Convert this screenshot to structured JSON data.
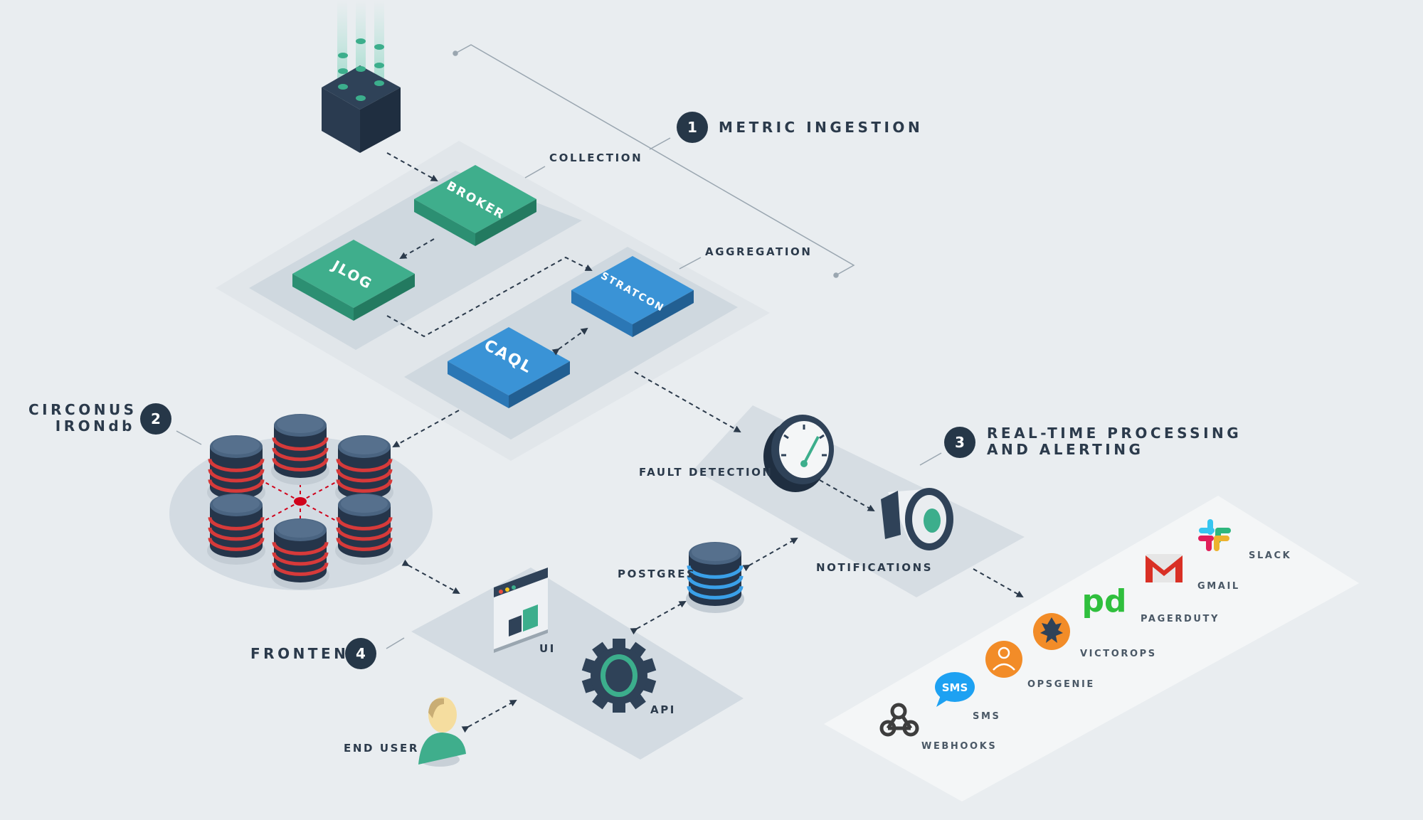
{
  "sections": {
    "metric_ingestion": {
      "number": "1",
      "title": "METRIC INGESTION"
    },
    "irondb": {
      "number": "2",
      "title_line1": "CIRCONUS",
      "title_line2": "IRONdb"
    },
    "realtime": {
      "number": "3",
      "title_line1": "REAL-TIME PROCESSING",
      "title_line2": "AND ALERTING"
    },
    "frontend": {
      "number": "4",
      "title": "FRONTEND"
    }
  },
  "labels": {
    "collection": "COLLECTION",
    "aggregation": "AGGREGATION",
    "fault_detection": "FAULT DETECTION",
    "notifications": "NOTIFICATIONS",
    "postgres": "POSTGRES",
    "ui": "UI",
    "api": "API",
    "end_user": "END USER"
  },
  "services": {
    "broker": "BROKER",
    "jlog": "JLOG",
    "stratcon": "STRATCON",
    "caql": "CAQL"
  },
  "integrations": [
    {
      "name": "SLACK",
      "icon": "slack-icon"
    },
    {
      "name": "GMAIL",
      "icon": "gmail-icon"
    },
    {
      "name": "PAGERDUTY",
      "icon": "pagerduty-icon",
      "glyph": "pd"
    },
    {
      "name": "VICTOROPS",
      "icon": "victorops-icon"
    },
    {
      "name": "OPSGENIE",
      "icon": "opsgenie-icon"
    },
    {
      "name": "SMS",
      "icon": "sms-icon",
      "glyph": "SMS"
    },
    {
      "name": "WEBHOOKS",
      "icon": "webhooks-icon"
    }
  ],
  "colors": {
    "background": "#e9edf0",
    "navy": "#263748",
    "teal": "#3cae8c",
    "blue": "#3a93d6",
    "db_red": "#d63a3a",
    "db_blue": "#3aa0e8",
    "pagerduty_green": "#2fbf3d",
    "orange": "#f28c28"
  }
}
